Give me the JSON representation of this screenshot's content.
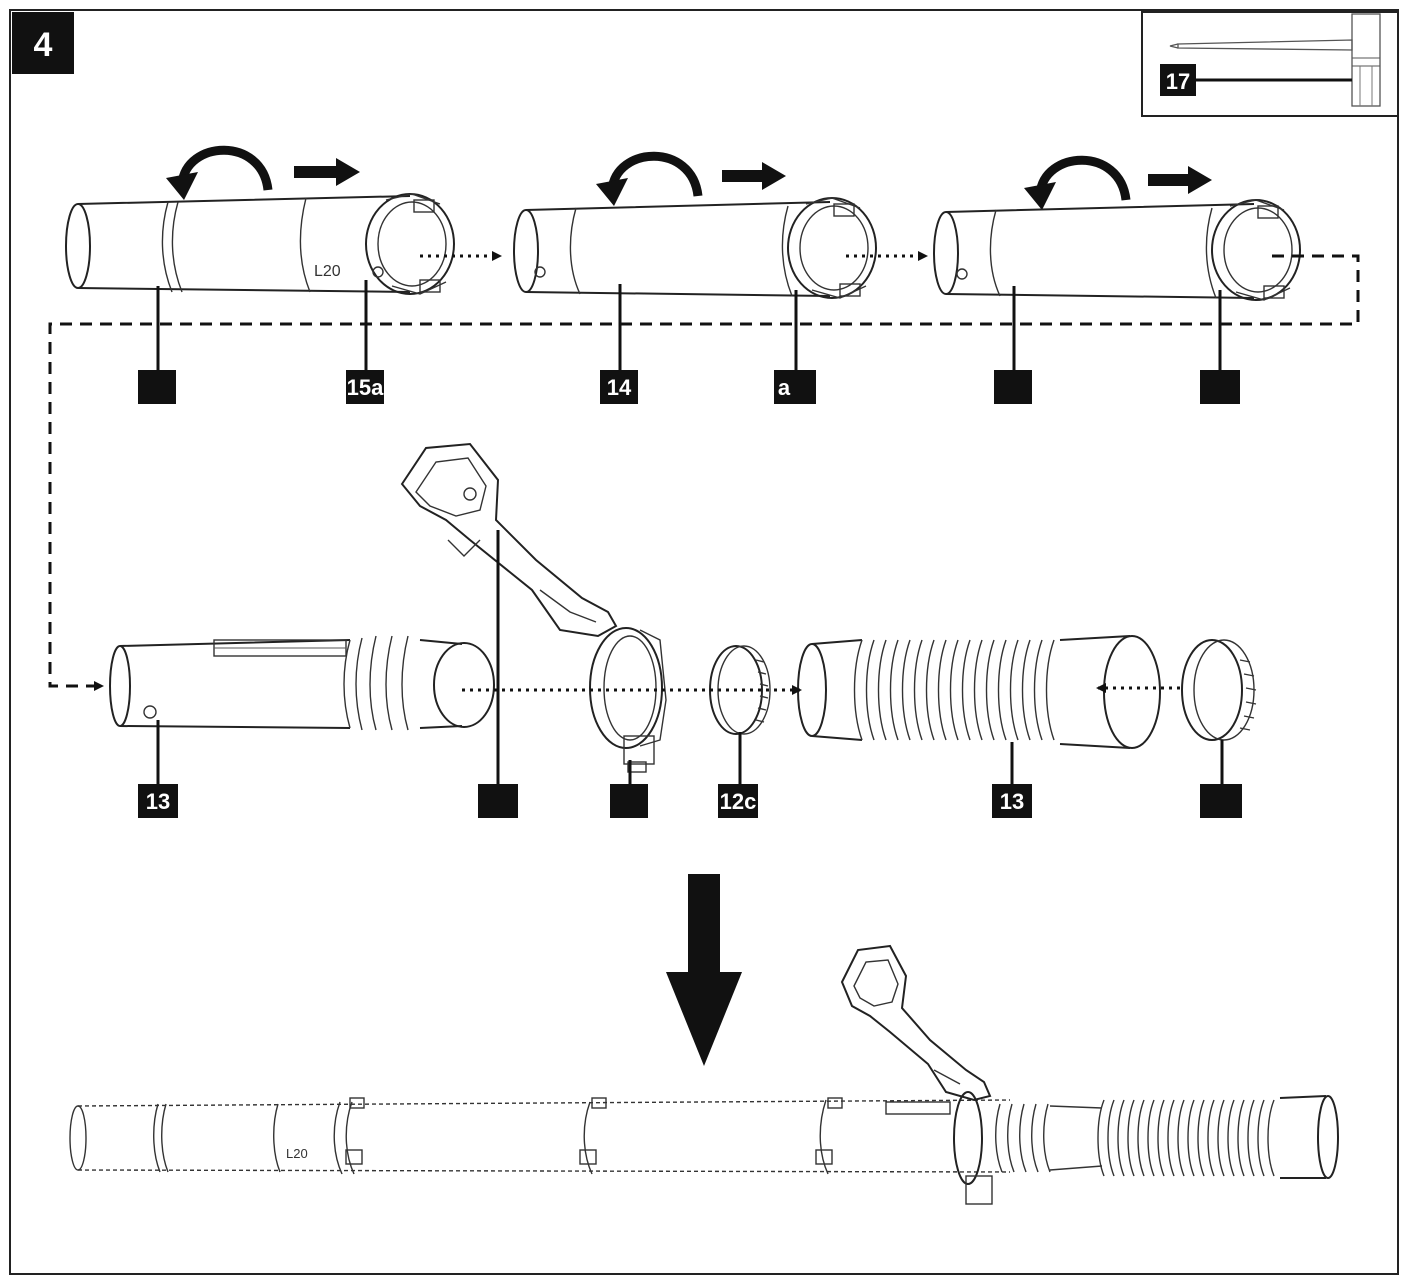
{
  "figure": {
    "number": "4",
    "tube_marking": "L20",
    "labels": {
      "tool": "17",
      "pipe_top_1": "",
      "clip_top_1": "15a",
      "pipe_top_2": "14",
      "clip_top_2": "a",
      "pipe_top_3": "",
      "clip_top_3": "",
      "pipe_mid": "13",
      "handle": "",
      "handle_clamp": "",
      "clamp_small": "12c",
      "bellows": "13",
      "clamp_end": ""
    }
  },
  "colors": {
    "ink": "#111111",
    "line": "#222222",
    "paper": "#ffffff"
  }
}
